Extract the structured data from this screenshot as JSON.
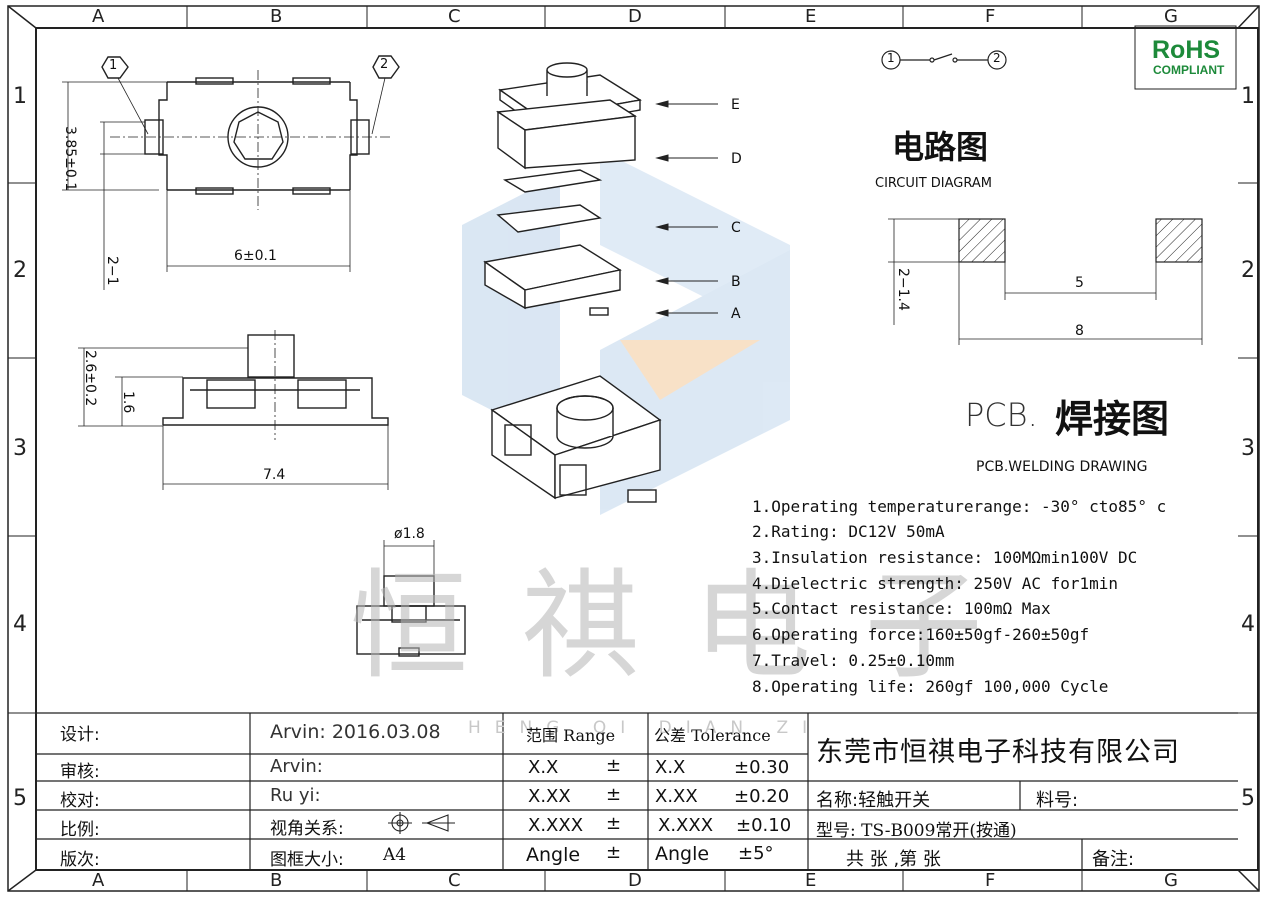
{
  "zones": {
    "columns": [
      "A",
      "B",
      "C",
      "D",
      "E",
      "F",
      "G"
    ],
    "rows": [
      "1",
      "2",
      "3",
      "4",
      "5"
    ]
  },
  "badge": {
    "top": "RoHS",
    "bottom": "COMPLIANT",
    "color": "#1d8a3a"
  },
  "circuit": {
    "node1": "1",
    "node2": "2",
    "title_cn": "电路图",
    "title_en": "CIRCUIT DIAGRAM"
  },
  "pcb": {
    "title_prefix": "PCB.",
    "title_cn": "焊接图",
    "title_en": "PCB.WELDING DRAWING",
    "dim_pad": "2−1.4",
    "dim_gap": "5",
    "dim_total": "8"
  },
  "top_view": {
    "callout1": "1",
    "callout2": "2",
    "dim_height": "3.85±0.1",
    "dim_width": "6±0.1",
    "dim_leg": "2−1"
  },
  "side_view": {
    "dim_total_h": "2.6±0.2",
    "dim_body_h": "1.6",
    "dim_length": "7.4"
  },
  "end_view": {
    "dim_dia": "ø1.8"
  },
  "exploded_labels": [
    "E",
    "D",
    "C",
    "B",
    "A"
  ],
  "watermark": {
    "text": "恒 祺 电 子",
    "sub": "HENG QI DIAN ZI"
  },
  "specs": [
    "1.Operating temperaturerange: -30° cto85° c",
    "2.Rating: DC12V 50mA",
    "3.Insulation resistance: 100MΩmin100V DC",
    "4.Dielectric strength: 250V AC for1min",
    "5.Contact resistance: 100mΩ  Max",
    "6.Operating force:160±50gf-260±50gf",
    "7.Travel: 0.25±0.10mm",
    "8.Operating life: 260gf 100,000 Cycle"
  ],
  "title_block": {
    "design_label": "设计:",
    "design_value": "Arvin:  2016.03.08",
    "review_label": "审核:",
    "review_value": "Arvin:",
    "check_label": "校对:",
    "check_value": "Ru  yi:",
    "scale_label": "比例:",
    "view_label": "视角关系:",
    "version_label": "版次:",
    "frame_label": "图框大小:",
    "frame_value": "A4",
    "range_header": "范围 Range",
    "tol_header": "公差 Tolerance",
    "ranges": [
      "X.X",
      "X.XX",
      "X.XXX",
      "Angle"
    ],
    "range_signs": [
      "±",
      "±",
      "±",
      "±"
    ],
    "tolerances": [
      {
        "fmt": "X.X",
        "val": "±0.30"
      },
      {
        "fmt": "X.XX",
        "val": "±0.20"
      },
      {
        "fmt": "X.XXX",
        "val": "±0.10"
      },
      {
        "fmt": "Angle",
        "val": "±5°"
      }
    ],
    "company": "东莞市恒祺电子科技有限公司",
    "name_label": "名称:轻触开关",
    "material_label": "料号:",
    "model_label": "型号: TS-B009常开(按通)",
    "sheet_label": "共   张  ,第   张",
    "remark_label": "备注:"
  }
}
